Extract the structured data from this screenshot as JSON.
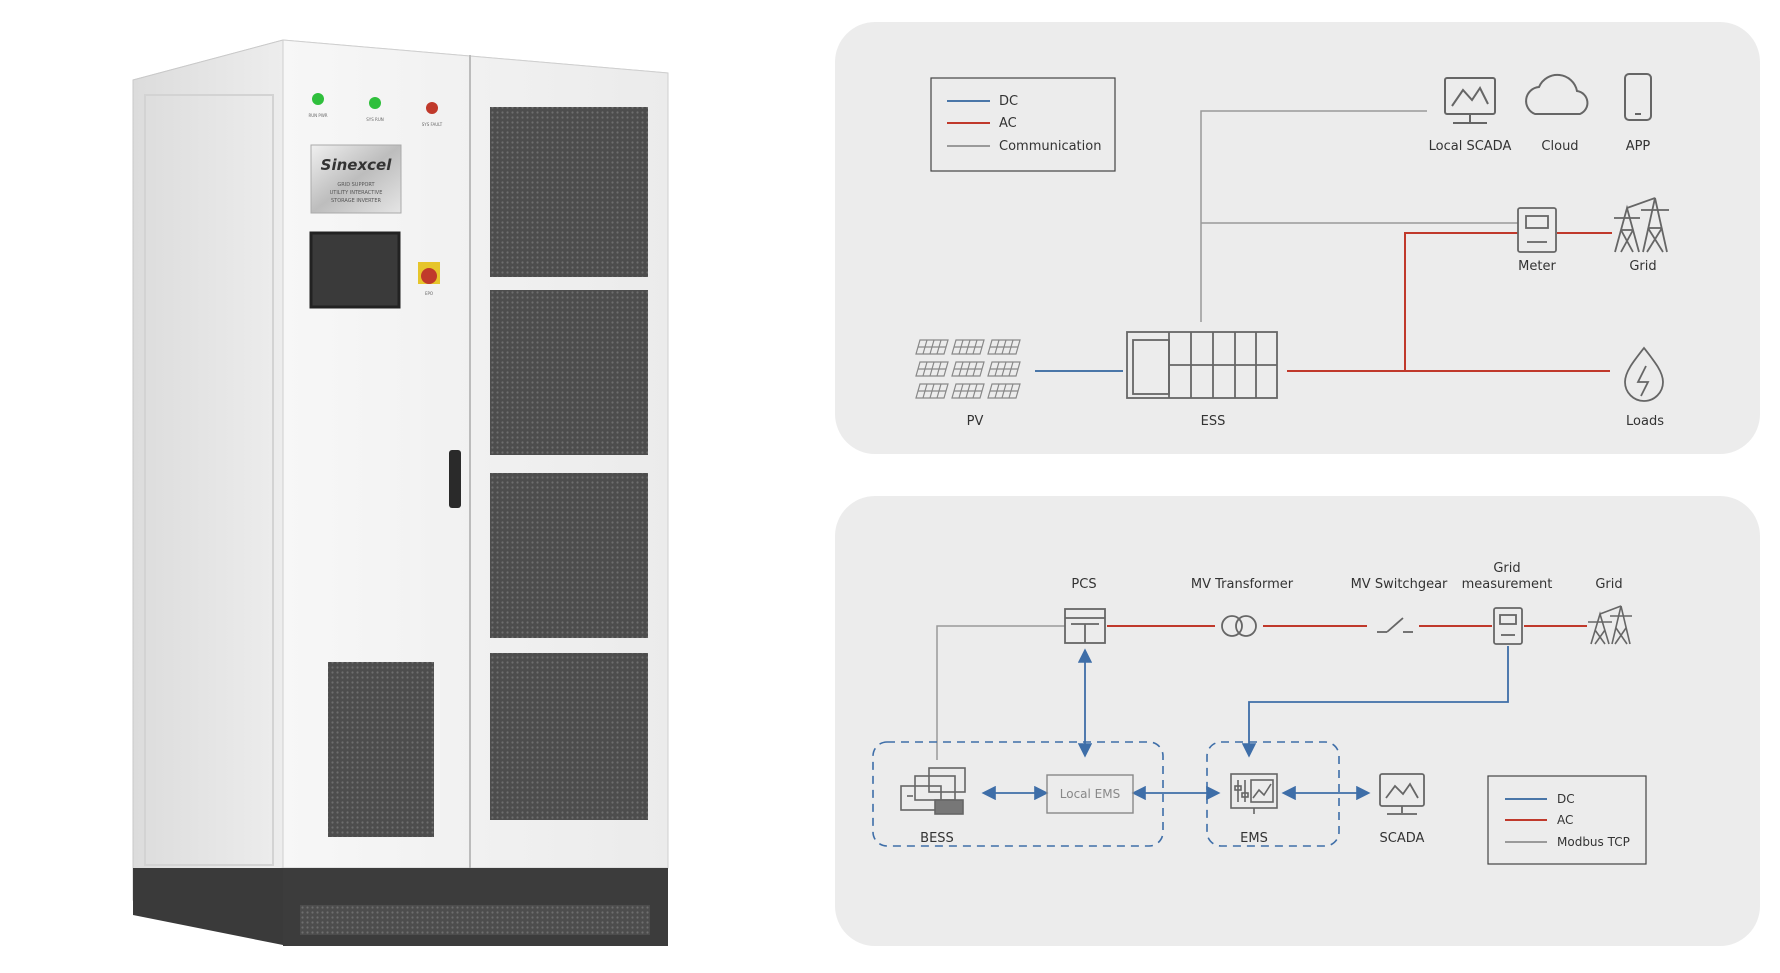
{
  "cabinet": {
    "brand": "Sinexcel",
    "brand_subtitle_lines": [
      "GRID SUPPORT",
      "UTILITY INTERACTIVE",
      "STORAGE INVERTER"
    ],
    "led_labels": [
      "RUN PWR",
      "SYS RUN",
      "SYS FAULT"
    ],
    "estop_label": "EPO"
  },
  "top_diagram": {
    "legend": {
      "dc": "DC",
      "ac": "AC",
      "comm": "Communication"
    },
    "labels": {
      "local_scada": "Local SCADA",
      "cloud": "Cloud",
      "app": "APP",
      "meter": "Meter",
      "grid": "Grid",
      "pv": "PV",
      "ess": "ESS",
      "loads": "Loads"
    }
  },
  "bottom_diagram": {
    "labels": {
      "pcs": "PCS",
      "mv_transformer": "MV Transformer",
      "mv_switchgear": "MV Switchgear",
      "grid_measurement_1": "Grid",
      "grid_measurement_2": "measurement",
      "grid": "Grid",
      "bess": "BESS",
      "local_ems": "Local EMS",
      "ems": "EMS",
      "scada": "SCADA"
    },
    "legend": {
      "dc": "DC",
      "ac": "AC",
      "modbus": "Modbus TCP"
    }
  },
  "colors": {
    "dc": "#4a76a8",
    "ac": "#c0392b",
    "comm": "#9a9a9a",
    "panel_bg": "#ececec",
    "cabinet_body": "#eeeeee",
    "vent": "#5a5a5a",
    "led_green": "#2fbf3c",
    "led_red": "#c0392b"
  }
}
